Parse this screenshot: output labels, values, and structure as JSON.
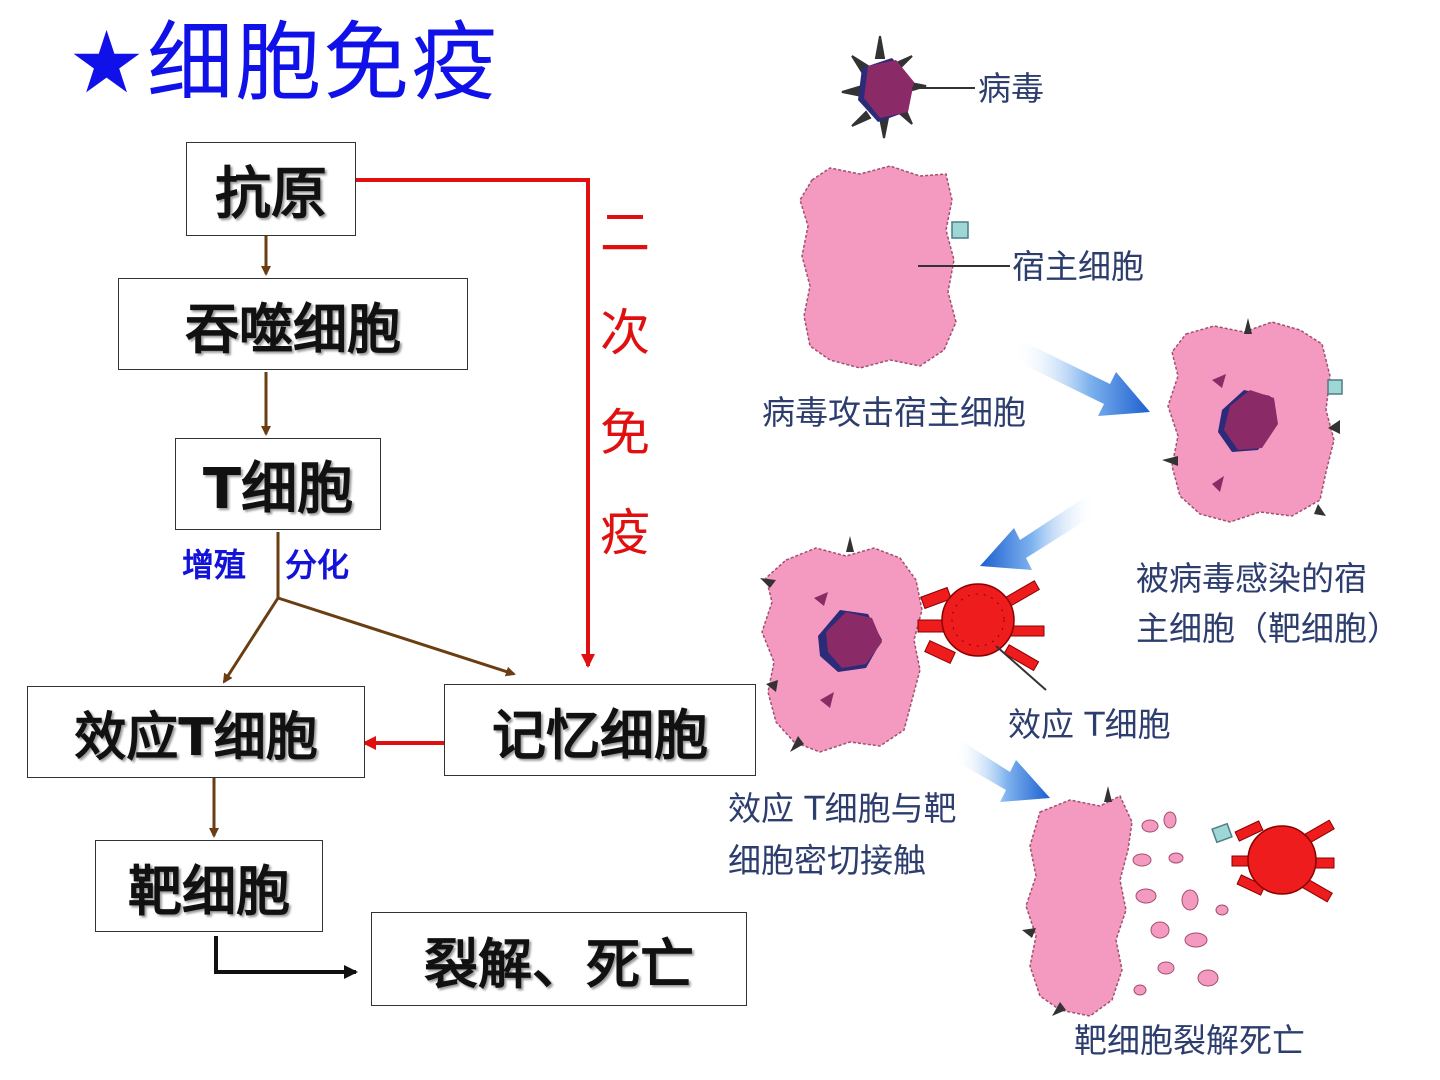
{
  "title": "★细胞免疫",
  "flow": {
    "antigen": "抗原",
    "phagocyte": "吞噬细胞",
    "t_cell": "T细胞",
    "proliferate": "增殖",
    "differentiate": "分化",
    "effector_t": "效应T细胞",
    "memory_cell": "记忆细胞",
    "target_cell": "靶细胞",
    "lysis_death": "裂解、死亡",
    "secondary_immunity": [
      "二",
      "次",
      "免",
      "疫"
    ]
  },
  "illustration": {
    "virus": "病毒",
    "host_cell": "宿主细胞",
    "virus_attack": "病毒攻击宿主细胞",
    "infected_line1": "被病毒感染的宿",
    "infected_line2": "主细胞（靶细胞）",
    "effector_t": "效应 T细胞",
    "contact_line1": "效应 T细胞与靶",
    "contact_line2": "细胞密切接触",
    "target_death": "靶细胞裂解死亡"
  },
  "colors": {
    "title": "#1010e8",
    "brown_arrow": "#6b3d12",
    "red_arrow": "#e01010",
    "cell_pink": "#f49ac0",
    "virus_purple": "#8a2a66",
    "effector_red": "#ee1c1c",
    "blue_arrow": "#3a7fd8"
  }
}
